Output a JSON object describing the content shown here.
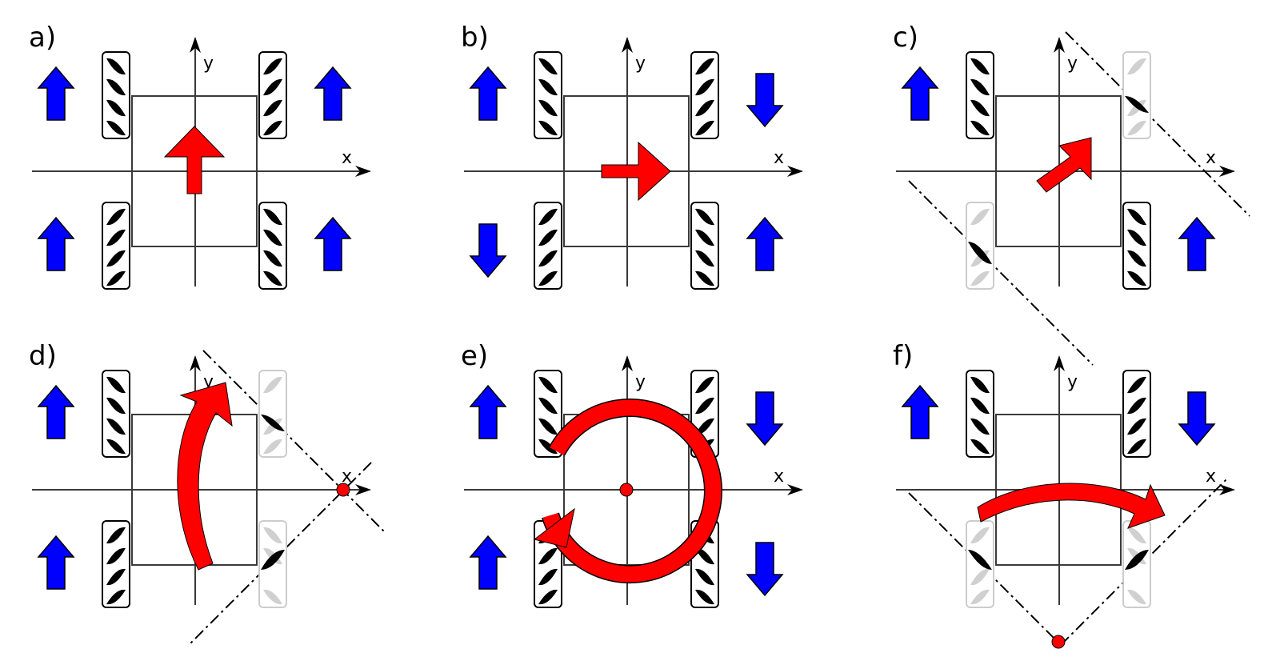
{
  "panels": [
    {
      "label": "a)",
      "x_axis": "x",
      "y_axis": "y"
    },
    {
      "label": "b)",
      "x_axis": "x",
      "y_axis": "y"
    },
    {
      "label": "c)",
      "x_axis": "x",
      "y_axis": "y"
    },
    {
      "label": "d)",
      "x_axis": "x",
      "y_axis": "y"
    },
    {
      "label": "e)",
      "x_axis": "x",
      "y_axis": "y"
    },
    {
      "label": "f)",
      "x_axis": "x",
      "y_axis": "y"
    }
  ],
  "colors": {
    "wheel_arrow": "#0000ff",
    "motion_arrow": "#ff0000",
    "wheel_active": "#000000",
    "wheel_inactive": "#d0d0d0",
    "frame": "#3a3a3a"
  },
  "icons": {
    "wheel": "mecanum-wheel-icon",
    "wheel_direction": "block-arrow-icon",
    "motion": "motion-arrow-icon",
    "rotation_center": "rotation-center-dot-icon"
  }
}
